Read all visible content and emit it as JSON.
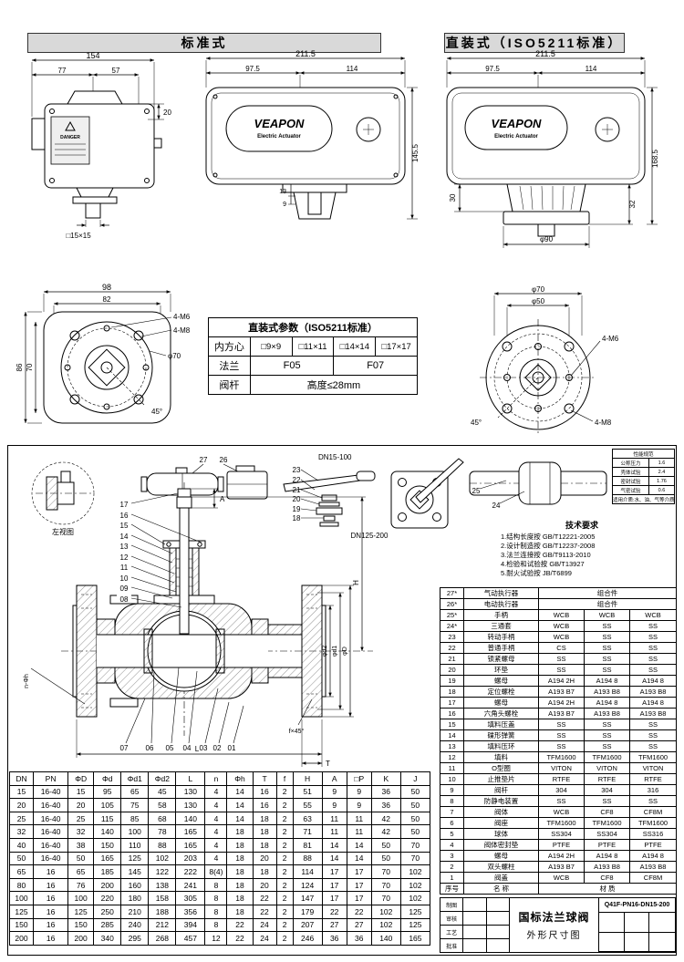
{
  "headers": {
    "standard": "标准式",
    "direct": "直装式（ISO5211标准）"
  },
  "actuator": {
    "brand": "VEAPON",
    "model": "Electric Actuator",
    "danger": "DANGER"
  },
  "front_view": {
    "w": "154",
    "w1": "77",
    "w2": "57",
    "side": "20",
    "shaft": "□15×15"
  },
  "side_view": {
    "w": "211.5",
    "w1": "97.5",
    "w2": "114",
    "h": "145.5",
    "d1": "13",
    "d2": "9"
  },
  "iso_view": {
    "w": "211.5",
    "w1": "97.5",
    "w2": "114",
    "h": "168.5",
    "d1": "30",
    "d2": "32",
    "dia": "φ90"
  },
  "bottom_view": {
    "w": "98",
    "w1": "82",
    "h": "86",
    "h1": "70",
    "dia": "φ70",
    "m6": "4-M6",
    "m8": "4-M8",
    "angle": "45°"
  },
  "iso_table": {
    "title": "直装式参数（ISO5211标准）",
    "row1_label": "内方心",
    "row1_v1": "□9×9",
    "row1_v2": "□11×11",
    "row1_v3": "□14×14",
    "row1_v4": "□17×17",
    "row2_label": "法兰",
    "row2_v1": "F05",
    "row2_v2": "F07",
    "row3_label": "阀杆",
    "row3_v1": "高度≤28mm"
  },
  "flange_view": {
    "d1": "φ70",
    "d2": "φ50",
    "m6": "4-M6",
    "m8": "4-M8",
    "angle": "45°"
  },
  "valve": {
    "left_view": "左视图",
    "dn_small": "DN15-100",
    "dn_large": "DN125-200",
    "c27": "27",
    "c26": "26",
    "c25": "25",
    "c24": "24",
    "left_callouts": [
      "17",
      "16",
      "15",
      "14",
      "13",
      "12",
      "11",
      "10",
      "09",
      "08"
    ],
    "handle_callouts": [
      "23",
      "22",
      "21",
      "20",
      "19",
      "18"
    ],
    "bottom_callouts": [
      "07",
      "06",
      "05",
      "04",
      "03",
      "02",
      "01"
    ],
    "dims": {
      "H": "H",
      "A": "A",
      "L": "L",
      "T": "T",
      "D": "φD",
      "d1": "φd1",
      "d2": "φd2",
      "nh": "n-Φh",
      "f": "f×45°"
    }
  },
  "tech_req": {
    "title": "技术要求",
    "lines": [
      "1.结构长度按 GB/T12221-2005",
      "2.设计制造按 GB/T12237-2008",
      "3.法兰连接按 GB/T9113-2010",
      "4.检验和试验按 GB/T13927",
      "5.耐火试验按 JB/T6899"
    ]
  },
  "spec_table": {
    "rows": [
      [
        {
          "t": "性能规范",
          "s": 2
        }
      ],
      [
        "公称压力",
        "1.6"
      ],
      [
        "壳体试验",
        "2.4"
      ],
      [
        "密封试验",
        "1.76"
      ],
      [
        "气密试验",
        "0.6"
      ],
      [
        {
          "t": "适用介质:水、油、气等介质",
          "s": 2
        }
      ]
    ]
  },
  "parts_table": {
    "rows": [
      [
        "27*",
        "气动执行器",
        {
          "t": "组合件",
          "s": 3
        }
      ],
      [
        "26*",
        "电动执行器",
        {
          "t": "组合件",
          "s": 3
        }
      ],
      [
        "25*",
        "手柄",
        "WCB",
        "WCB",
        "WCB"
      ],
      [
        "24*",
        "三通套",
        "WCB",
        "SS",
        "SS"
      ],
      [
        "23",
        "转动手柄",
        "WCB",
        "SS",
        "SS"
      ],
      [
        "22",
        "普通手柄",
        "CS",
        "SS",
        "SS"
      ],
      [
        "21",
        "锁紧螺母",
        "SS",
        "SS",
        "SS"
      ],
      [
        "20",
        "环垫",
        "SS",
        "SS",
        "SS"
      ],
      [
        "19",
        "螺母",
        "A194 2H",
        "A194 8",
        "A194 8"
      ],
      [
        "18",
        "定位螺栓",
        "A193 B7",
        "A193 B8",
        "A193 B8"
      ],
      [
        "17",
        "螺母",
        "A194 2H",
        "A194 8",
        "A194 8"
      ],
      [
        "16",
        "六角头螺栓",
        "A193 B7",
        "A193 B8",
        "A193 B8"
      ],
      [
        "15",
        "填料压盖",
        "SS",
        "SS",
        "SS"
      ],
      [
        "14",
        "碟形弹簧",
        "SS",
        "SS",
        "SS"
      ],
      [
        "13",
        "填料压环",
        "SS",
        "SS",
        "SS"
      ],
      [
        "12",
        "填料",
        "TFM1600",
        "TFM1600",
        "TFM1600"
      ],
      [
        "11",
        "O型圈",
        "VITON",
        "VITON",
        "VITON"
      ],
      [
        "10",
        "止推垫片",
        "RTFE",
        "RTFE",
        "RTFE"
      ],
      [
        "9",
        "阀杆",
        "304",
        "304",
        "316"
      ],
      [
        "8",
        "防静电装置",
        "SS",
        "SS",
        "SS"
      ],
      [
        "7",
        "阀体",
        "WCB",
        "CF8",
        "CF8M"
      ],
      [
        "6",
        "阀座",
        "TFM1600",
        "TFM1600",
        "TFM1600"
      ],
      [
        "5",
        "球体",
        "SS304",
        "SS304",
        "SS316"
      ],
      [
        "4",
        "阀体密封垫",
        "PTFE",
        "PTFE",
        "PTFE"
      ],
      [
        "3",
        "螺母",
        "A194 2H",
        "A194 8",
        "A194 8"
      ],
      [
        "2",
        "双头螺柱",
        "A193 B7",
        "A193 B8",
        "A193 B8"
      ],
      [
        "1",
        "阀盖",
        "WCB",
        "CF8",
        "CF8M"
      ],
      [
        "序号",
        "名  称",
        {
          "t": "材  质",
          "s": 3
        }
      ]
    ]
  },
  "dim_table": {
    "head": [
      [
        "DN",
        "PN",
        "ΦD",
        "Φd",
        "Φd1",
        "Φd2",
        "L",
        "n",
        "Φh",
        "T",
        "f",
        "H",
        "A",
        "□P",
        "K",
        "J"
      ]
    ],
    "rows": [
      [
        "15",
        "16-40",
        "15",
        "95",
        "65",
        "45",
        "130",
        "4",
        "14",
        "16",
        "2",
        "51",
        "9",
        "9",
        "36",
        "50"
      ],
      [
        "20",
        "16-40",
        "20",
        "105",
        "75",
        "58",
        "130",
        "4",
        "14",
        "16",
        "2",
        "55",
        "9",
        "9",
        "36",
        "50"
      ],
      [
        "25",
        "16-40",
        "25",
        "115",
        "85",
        "68",
        "140",
        "4",
        "14",
        "18",
        "2",
        "63",
        "11",
        "11",
        "42",
        "50"
      ],
      [
        "32",
        "16-40",
        "32",
        "140",
        "100",
        "78",
        "165",
        "4",
        "18",
        "18",
        "2",
        "71",
        "11",
        "11",
        "42",
        "50"
      ],
      [
        "40",
        "16-40",
        "38",
        "150",
        "110",
        "88",
        "165",
        "4",
        "18",
        "18",
        "2",
        "81",
        "14",
        "14",
        "50",
        "70"
      ],
      [
        "50",
        "16-40",
        "50",
        "165",
        "125",
        "102",
        "203",
        "4",
        "18",
        "20",
        "2",
        "88",
        "14",
        "14",
        "50",
        "70"
      ],
      [
        "65",
        "16",
        "65",
        "185",
        "145",
        "122",
        "222",
        "8(4)",
        "18",
        "18",
        "2",
        "114",
        "17",
        "17",
        "70",
        "102"
      ],
      [
        "80",
        "16",
        "76",
        "200",
        "160",
        "138",
        "241",
        "8",
        "18",
        "20",
        "2",
        "124",
        "17",
        "17",
        "70",
        "102"
      ],
      [
        "100",
        "16",
        "100",
        "220",
        "180",
        "158",
        "305",
        "8",
        "18",
        "22",
        "2",
        "147",
        "17",
        "17",
        "70",
        "102"
      ],
      [
        "125",
        "16",
        "125",
        "250",
        "210",
        "188",
        "356",
        "8",
        "18",
        "22",
        "2",
        "179",
        "22",
        "22",
        "102",
        "125"
      ],
      [
        "150",
        "16",
        "150",
        "285",
        "240",
        "212",
        "394",
        "8",
        "22",
        "24",
        "2",
        "207",
        "27",
        "27",
        "102",
        "125"
      ],
      [
        "200",
        "16",
        "200",
        "340",
        "295",
        "268",
        "457",
        "12",
        "22",
        "24",
        "2",
        "246",
        "36",
        "36",
        "140",
        "165"
      ]
    ]
  },
  "title_block": {
    "product": "国标法兰球阀",
    "doc": "外形尺寸图",
    "model": "Q41F-PN16-DN15-200",
    "left_rows": [
      "制图",
      "审核",
      "工艺",
      "批准"
    ]
  }
}
